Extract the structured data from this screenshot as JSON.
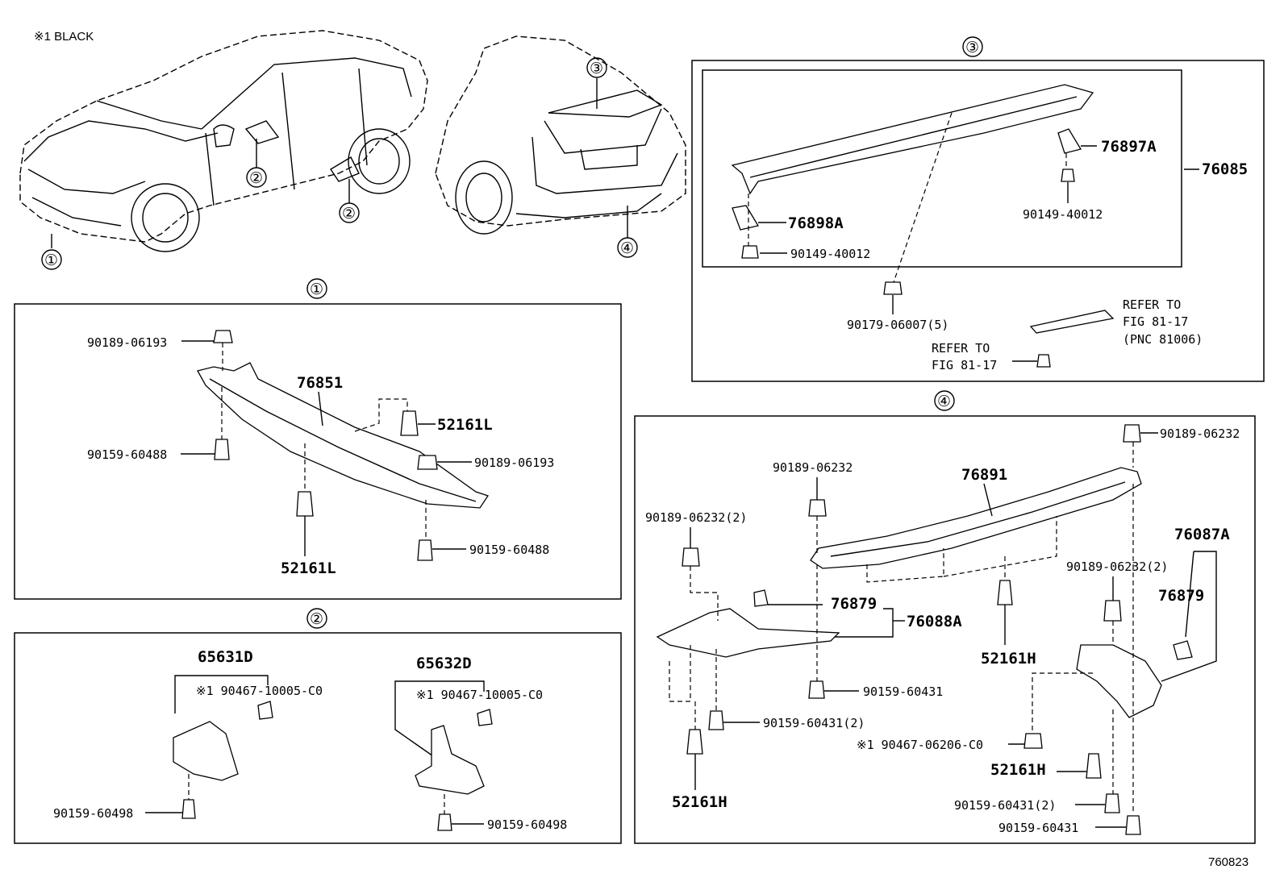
{
  "note": "※1 BLACK",
  "figure_id": "760823",
  "callouts": [
    "①",
    "②",
    "③",
    "④"
  ],
  "section3": {
    "p76085": "76085",
    "p76897A": "76897A",
    "p76898A": "76898A",
    "p90149_a": "90149-40012",
    "p90149_b": "90149-40012",
    "p90179": "90179-06007(5)",
    "refer1_l1": "REFER TO",
    "refer1_l2": "FIG 81-17",
    "refer1_l3": "(PNC 81006)",
    "refer2_l1": "REFER TO",
    "refer2_l2": "FIG 81-17"
  },
  "section1": {
    "p90189_a": "90189-06193",
    "p76851": "76851",
    "p52161L_a": "52161L",
    "p90189_b": "90189-06193",
    "p90159_a": "90159-60488",
    "p90159_b": "90159-60488",
    "p52161L_b": "52161L"
  },
  "section2": {
    "p65631D": "65631D",
    "p90467_a": "※1 90467-10005-C0",
    "p90159_a": "90159-60498",
    "p65632D": "65632D",
    "p90467_b": "※1 90467-10005-C0",
    "p90159_b": "90159-60498"
  },
  "section4": {
    "p90189_top": "90189-06232",
    "p90189_mid": "90189-06232",
    "p76891": "76891",
    "p90189_2": "90189-06232(2)",
    "p76087A": "76087A",
    "p90189_2b": "90189-06232(2)",
    "p76879_a": "76879",
    "p76088A": "76088A",
    "p76879_b": "76879",
    "p52161H_a": "52161H",
    "p90159_c": "90159-60431",
    "p90159_d": "90159-60431(2)",
    "p90467": "※1 90467-06206-C0",
    "p52161H_b": "52161H",
    "p52161H_c": "52161H",
    "p90159_e": "90159-60431(2)",
    "p90159_f": "90159-60431"
  }
}
